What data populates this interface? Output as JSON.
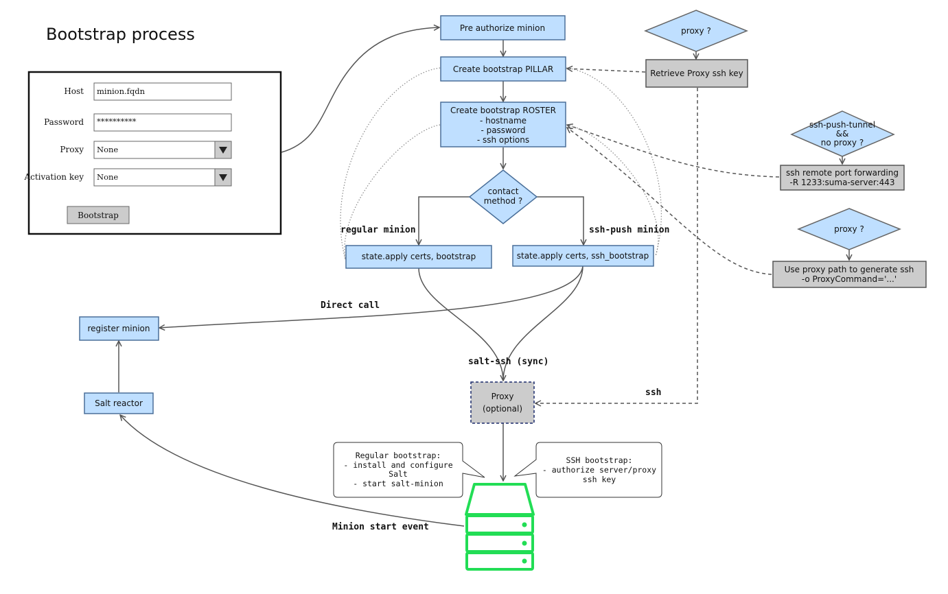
{
  "title": "Bootstrap process",
  "form": {
    "host_label": "Host",
    "host_value": "minion.fqdn",
    "password_label": "Password",
    "password_value": "**********",
    "proxy_label": "Proxy",
    "proxy_value": "None",
    "activation_label": "Activation key",
    "activation_value": "None",
    "bootstrap_button": "Bootstrap"
  },
  "nodes": {
    "pre_authorize": "Pre authorize minion",
    "create_pillar": "Create bootstrap PILLAR",
    "create_roster": [
      "Create bootstrap ROSTER",
      "- hostname",
      "- password",
      "- ssh options"
    ],
    "contact_method": [
      "contact",
      "method ?"
    ],
    "state_regular": "state.apply certs, bootstrap",
    "state_ssh": "state.apply certs, ssh_bootstrap",
    "register_minion": "register minion",
    "salt_reactor": "Salt reactor",
    "proxy_optional": [
      "Proxy",
      "(optional)"
    ],
    "proxy_q1": "proxy ?",
    "retrieve_key": "Retrieve Proxy ssh key",
    "tunnel_q": [
      "ssh-push-tunnel",
      "&&",
      "no proxy ?"
    ],
    "port_forwarding": [
      "ssh remote port forwarding",
      "-R 1233:suma-server:443"
    ],
    "proxy_q2": "proxy ?",
    "use_proxy_path": [
      "Use proxy path to generate ssh",
      "-o ProxyCommand='...'"
    ]
  },
  "edge_labels": {
    "regular_minion": "regular minion",
    "ssh_push_minion": "ssh-push minion",
    "direct_call": "Direct call",
    "salt_ssh_sync": "salt-ssh (sync)",
    "ssh": "ssh",
    "minion_start_event": "Minion start event"
  },
  "callouts": {
    "regular_bootstrap": [
      "Regular bootstrap:",
      "- install and configure",
      "Salt",
      "- start salt-minion"
    ],
    "ssh_bootstrap": [
      "SSH bootstrap:",
      "- authorize server/proxy",
      "ssh key"
    ]
  },
  "colors": {
    "blue_fill": "#bfdfff",
    "blue_stroke": "#4a6f99",
    "gray_fill": "#cccccc",
    "gray_stroke": "#555555",
    "server_green": "#22dd55",
    "line": "#555555"
  }
}
